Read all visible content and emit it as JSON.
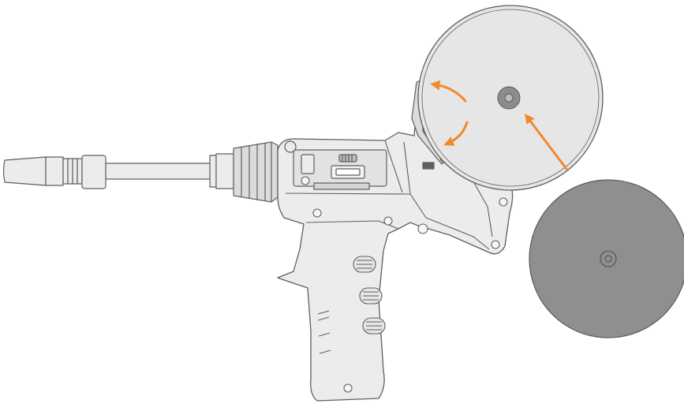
{
  "diagram": {
    "subject": "spool-gun",
    "steps": [
      {
        "name": "lift-spool-cover",
        "arrow": "curved"
      },
      {
        "name": "close-spool-cover",
        "arrow": "curved"
      },
      {
        "name": "mount-spool-on-hub",
        "arrow": "straight"
      }
    ]
  },
  "colors": {
    "background": "#ffffff",
    "outline": "#5f5f5f",
    "body_fill": "#ececec",
    "part_fill": "#dcdcdc",
    "dark_part": "#8c8c8c",
    "spool_fill": "#8f8f8f",
    "arrow": "#f08a2c"
  }
}
